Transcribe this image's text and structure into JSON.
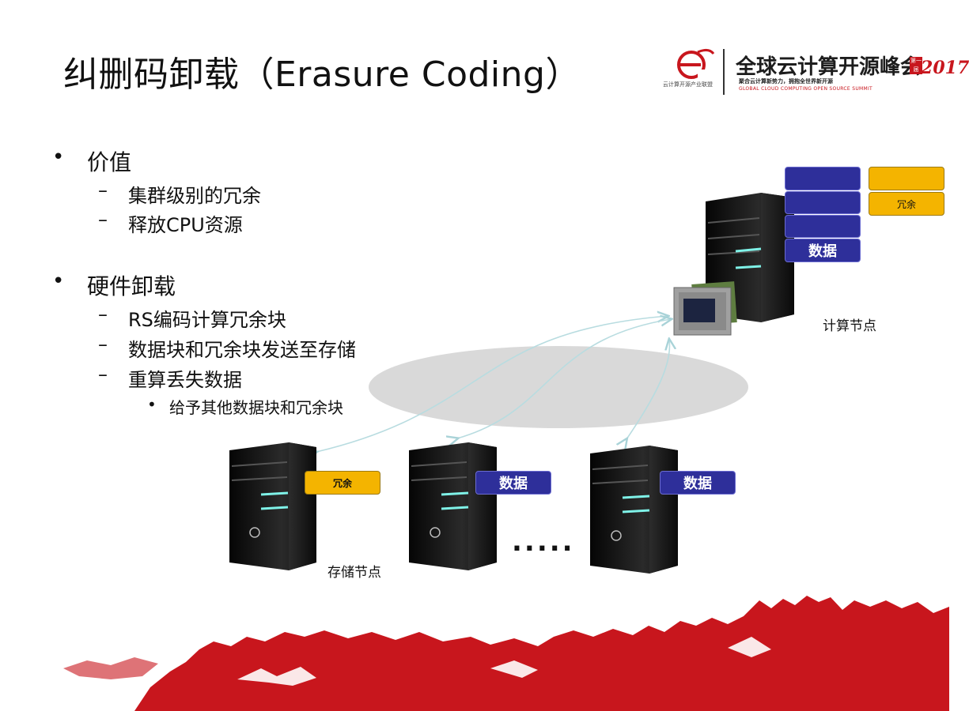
{
  "slide": {
    "title": "纠删码卸载（Erasure Coding）",
    "logo": {
      "text": "全球云计算开源峰会",
      "year": "2017",
      "tag": "第一届",
      "subtitle_cn": "聚合云计算新势力，拥抱全世界新开源",
      "subtitle_en": "GLOBAL CLOUD COMPUTING OPEN SOURCE SUMMIT",
      "org_cn": "云计算开源产业联盟"
    },
    "bullets": [
      {
        "label": "价值",
        "children": [
          {
            "label": "集群级别的冗余"
          },
          {
            "label": "释放CPU资源"
          }
        ]
      },
      {
        "label": "硬件卸载",
        "children": [
          {
            "label": "RS编码计算冗余块"
          },
          {
            "label": "数据块和冗余块发送至存储"
          },
          {
            "label": "重算丢失数据"
          },
          {
            "label": "给予其他数据块和冗余块"
          }
        ]
      }
    ],
    "diagram": {
      "compute_node_label": "计算节点",
      "storage_node_label": "存储节点",
      "data_label": "数据",
      "redundancy_label": "冗余",
      "ellipsis": ".....",
      "colors": {
        "data": "#2e2f9a",
        "redundancy": "#f4b400",
        "cloud": "#d9d9d9",
        "arrow": "#b8dce0",
        "banner": "#c8161d"
      }
    }
  }
}
